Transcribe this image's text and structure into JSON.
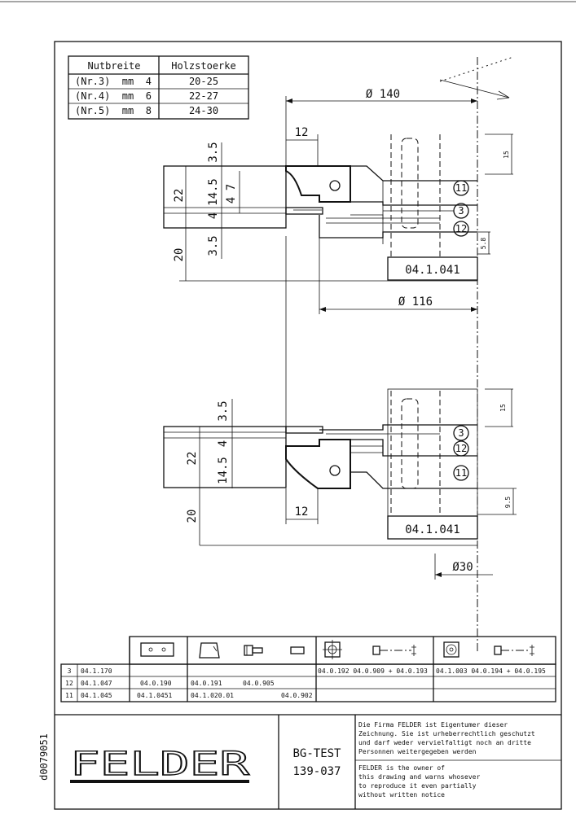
{
  "spec_table": {
    "headers": [
      "Nutbreite",
      "Holzstoerke"
    ],
    "rows": [
      [
        "(Nr.3)  mm  4",
        "20-25"
      ],
      [
        "(Nr.4)  mm  6",
        "22-27"
      ],
      [
        "(Nr.5)  mm  8",
        "24-30"
      ]
    ]
  },
  "dimensions": {
    "d140": "Ø 140",
    "d116": "Ø 116",
    "d30": "Ø30",
    "d12": "12",
    "d15": "15",
    "d3_5": "3.5",
    "d7": "7",
    "d4": "4",
    "d14_5": "14.5",
    "d22": "22",
    "d20": "20",
    "d5_8": "5.8",
    "d9_5": "9.5"
  },
  "part_callouts": {
    "c11": "11",
    "c3": "3",
    "c12": "12"
  },
  "part_code": "04.1.041",
  "parts_table": {
    "rows": [
      {
        "nr": "3",
        "code": "04.1.170",
        "c1": "",
        "c2": "",
        "c2b": "",
        "c3": "04.0.192  04.0.909 + 04.0.193",
        "c4": "04.1.003  04.0.194 + 04.0.195"
      },
      {
        "nr": "12",
        "code": "04.1.047",
        "c1": "04.0.190",
        "c2": "04.0.191",
        "c2b": "04.0.905",
        "c3": "",
        "c4": ""
      },
      {
        "nr": "11",
        "code": "04.1.045",
        "c1": "04.1.0451",
        "c2": "04.1.020.01",
        "c2b": "04.0.902",
        "c3": "",
        "c4": ""
      }
    ]
  },
  "title_block": {
    "logo": "FELDER",
    "title": "BG-TEST",
    "number": "139-037",
    "notice_de": [
      "Die Firma FELDER ist Eigentumer dieser",
      "Zeichnung. Sie ist urheberrechtlich geschutzt",
      "und darf weder vervielfaltigt noch an dritte",
      "Personnen weitergegeben werden"
    ],
    "notice_en": [
      "FELDER is the owner of",
      "this drawing and warns whosever",
      "to reproduce it even partially",
      "without written notice"
    ]
  },
  "side_code": "d0079051"
}
